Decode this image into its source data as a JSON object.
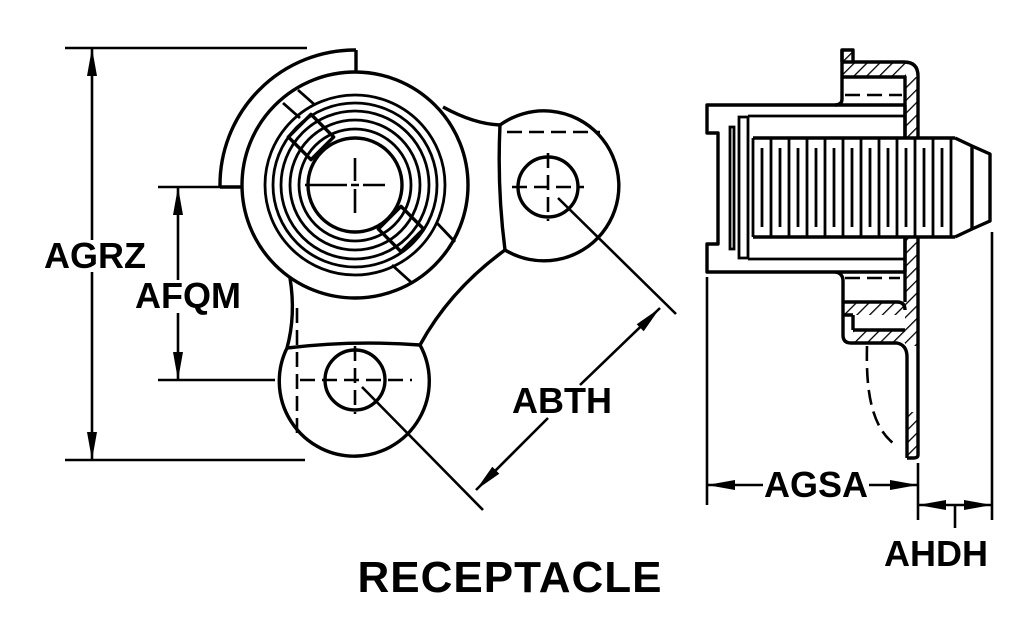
{
  "colors": {
    "ink": "#000000",
    "paper": "#ffffff"
  },
  "title": "RECEPTACLE",
  "labels": {
    "agrz": "AGRZ",
    "afqm": "AFQM",
    "abth": "ABTH",
    "agsa": "AGSA",
    "ahdh": "AHDH"
  }
}
